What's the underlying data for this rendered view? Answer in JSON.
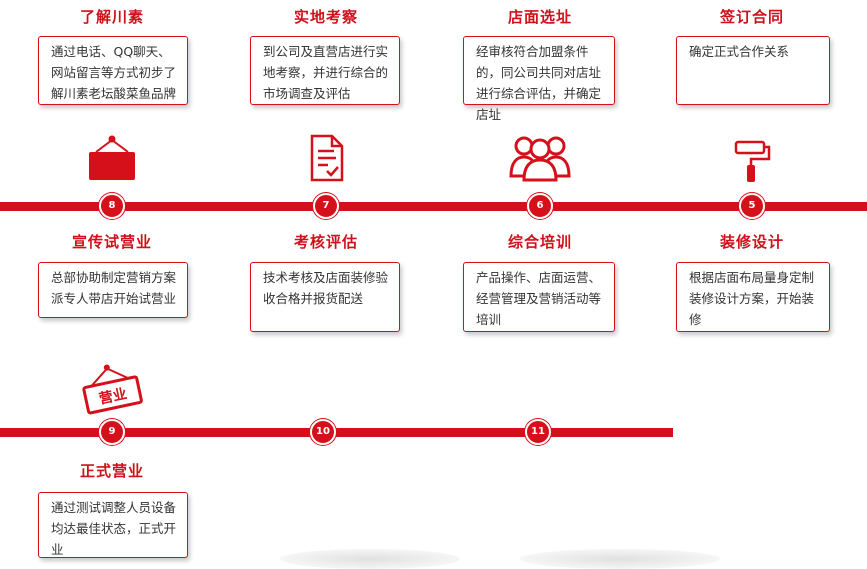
{
  "steps": {
    "s1": {
      "title": "了解川素",
      "text": "通过电话、QQ聊天、网站留言等方式初步了解川素老坛酸菜鱼品牌"
    },
    "s2": {
      "title": "实地考察",
      "text": "到公司及直营店进行实地考察，并进行综合的市场调查及评估"
    },
    "s3": {
      "title": "店面选址",
      "text": "经审核符合加盟条件的，同公司共同对店址进行综合评估，并确定店址"
    },
    "s4": {
      "title": "签订合同",
      "text": "确定正式合作关系"
    },
    "s5": {
      "num": "5",
      "title": "装修设计",
      "text": "根据店面布局量身定制装修设计方案，开始装修"
    },
    "s6": {
      "num": "6",
      "title": "综合培训",
      "text": "产品操作、店面运营、经营管理及营销活动等培训"
    },
    "s7": {
      "num": "7",
      "title": "考核评估",
      "text": "技术考核及店面装修验收合格并报货配送"
    },
    "s8": {
      "num": "8",
      "title": "宣传试营业",
      "text": "总部协助制定营销方案派专人带店开始试营业"
    },
    "s9": {
      "num": "9",
      "title": "正式营业",
      "text": "通过测试调整人员设备均达最佳状态，正式开业"
    },
    "s10": {
      "num": "10"
    },
    "s11": {
      "num": "11"
    }
  },
  "icons": {
    "sign": "hanging-sign-icon",
    "doc": "checklist-document-icon",
    "team": "team-people-icon",
    "roller": "paint-roller-icon",
    "open": "open-for-business-sign-icon",
    "open_text": "营业"
  },
  "colors": {
    "accent": "#d6101b",
    "title": "#d0101b"
  }
}
